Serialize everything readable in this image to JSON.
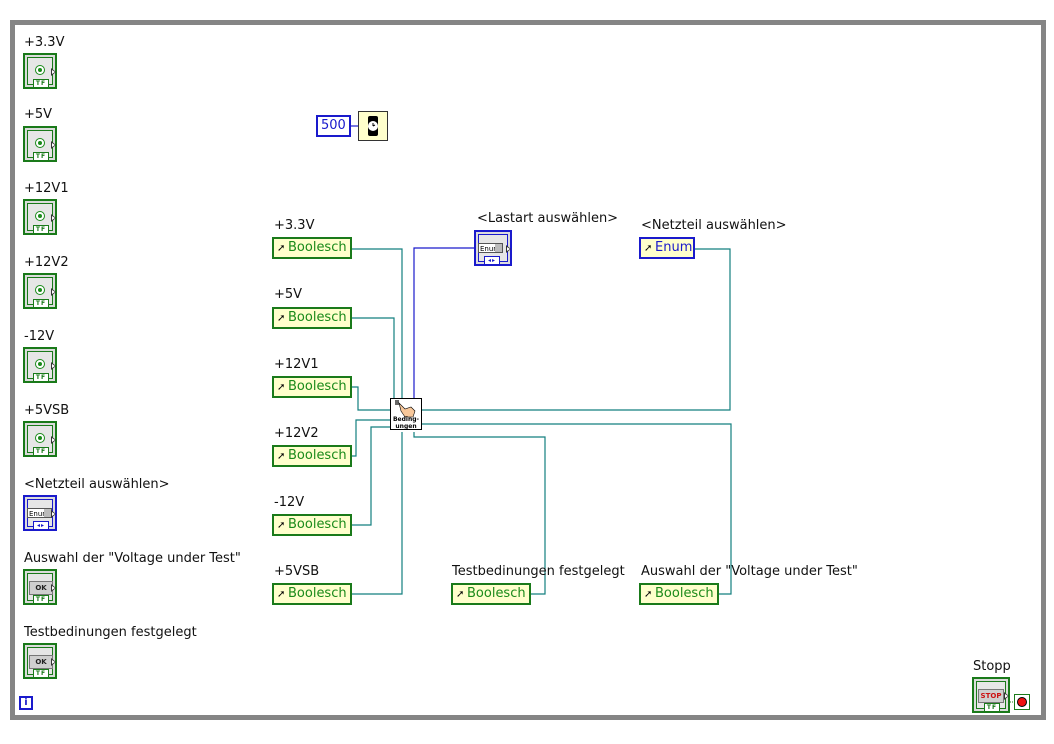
{
  "controls": [
    {
      "label": "+3.3V",
      "type": "boolean",
      "tf": "TF"
    },
    {
      "label": "+5V",
      "type": "boolean",
      "tf": "TF"
    },
    {
      "label": "+12V1",
      "type": "boolean",
      "tf": "TF"
    },
    {
      "label": "+12V2",
      "type": "boolean",
      "tf": "TF"
    },
    {
      "label": "-12V",
      "type": "boolean",
      "tf": "TF"
    },
    {
      "label": "+5VSB",
      "type": "boolean",
      "tf": "TF"
    },
    {
      "label": "<Netzteil auswählen>",
      "type": "enum",
      "enum_text": "Enum"
    },
    {
      "label": "Auswahl der \"Voltage under Test\"",
      "type": "ok-button",
      "button_text": "OK",
      "tf": "TF"
    },
    {
      "label": "Testbedinungen festgelegt",
      "type": "ok-button",
      "button_text": "OK",
      "tf": "TF"
    }
  ],
  "wait": {
    "constant": "500"
  },
  "local_variables": [
    {
      "label": "+3.3V",
      "value": "Boolesch"
    },
    {
      "label": "+5V",
      "value": "Boolesch"
    },
    {
      "label": "+12V1",
      "value": "Boolesch"
    },
    {
      "label": "+12V2",
      "value": "Boolesch"
    },
    {
      "label": "-12V",
      "value": "Boolesch"
    },
    {
      "label": "+5VSB",
      "value": "Boolesch"
    }
  ],
  "lastart": {
    "label": "<Lastart auswählen>",
    "enum_text": "Enum"
  },
  "netzteil_local": {
    "label": "<Netzteil auswählen>",
    "value": "Enum"
  },
  "subvi": {
    "line1": "Beding-",
    "line2": "ungen"
  },
  "outputs": [
    {
      "label": "Testbedinungen festgelegt",
      "value": "Boolesch"
    },
    {
      "label": "Auswahl der \"Voltage under Test\"",
      "value": "Boolesch"
    }
  ],
  "stop": {
    "label": "Stopp",
    "button_text": "STOP",
    "tf": "TF"
  },
  "info": {
    "text": "i"
  },
  "colors": {
    "boolean": "#1a7a1a",
    "enum": "#1a1acc",
    "wire_bool": "#0f7f7f",
    "frame": "#858585"
  }
}
